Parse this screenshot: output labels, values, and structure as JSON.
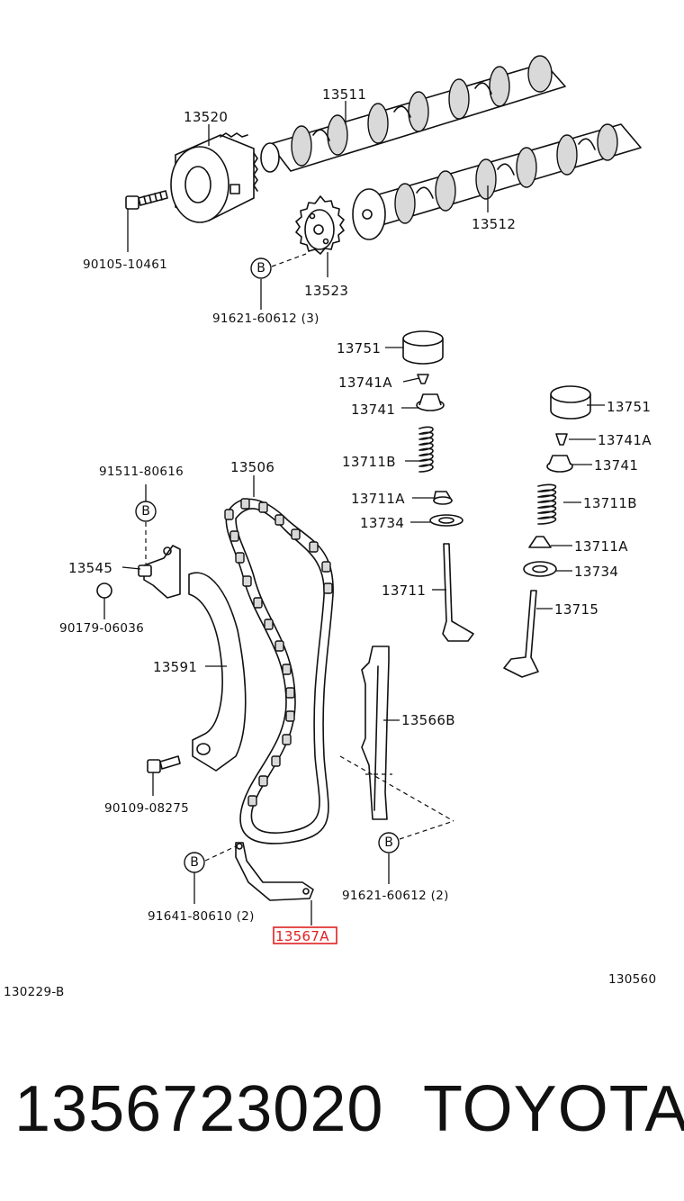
{
  "labels": {
    "p13511": "13511",
    "p13520": "13520",
    "p13512": "13512",
    "p90105": "90105-10461",
    "p13523": "13523",
    "p91621a": "91621-60612 (3)",
    "p13751a": "13751",
    "p13741Aa": "13741A",
    "p13741a": "13741",
    "p13711Ba": "13711B",
    "p13711Aa": "13711A",
    "p13734a": "13734",
    "p13711": "13711",
    "p13751b": "13751",
    "p13741Ab": "13741A",
    "p13741b": "13741",
    "p13711Bb": "13711B",
    "p13711Ab": "13711A",
    "p13734b": "13734",
    "p13715": "13715",
    "p91511": "91511-80616",
    "p13506": "13506",
    "p13545": "13545",
    "p90179": "90179-06036",
    "p13591": "13591",
    "p13566B": "13566B",
    "p90109": "90109-08275",
    "p91621b": "91621-60612 (2)",
    "p91641": "91641-80610 (2)",
    "p13567A": "13567A"
  },
  "badges": {
    "b1": "B",
    "b2": "B",
    "b3": "B",
    "b4": "B"
  },
  "codes": {
    "left": "130229-B",
    "right": "130560"
  },
  "footer": {
    "part_number": "1356723020",
    "brand": "TOYOTA"
  },
  "highlight_color": "#e02020"
}
